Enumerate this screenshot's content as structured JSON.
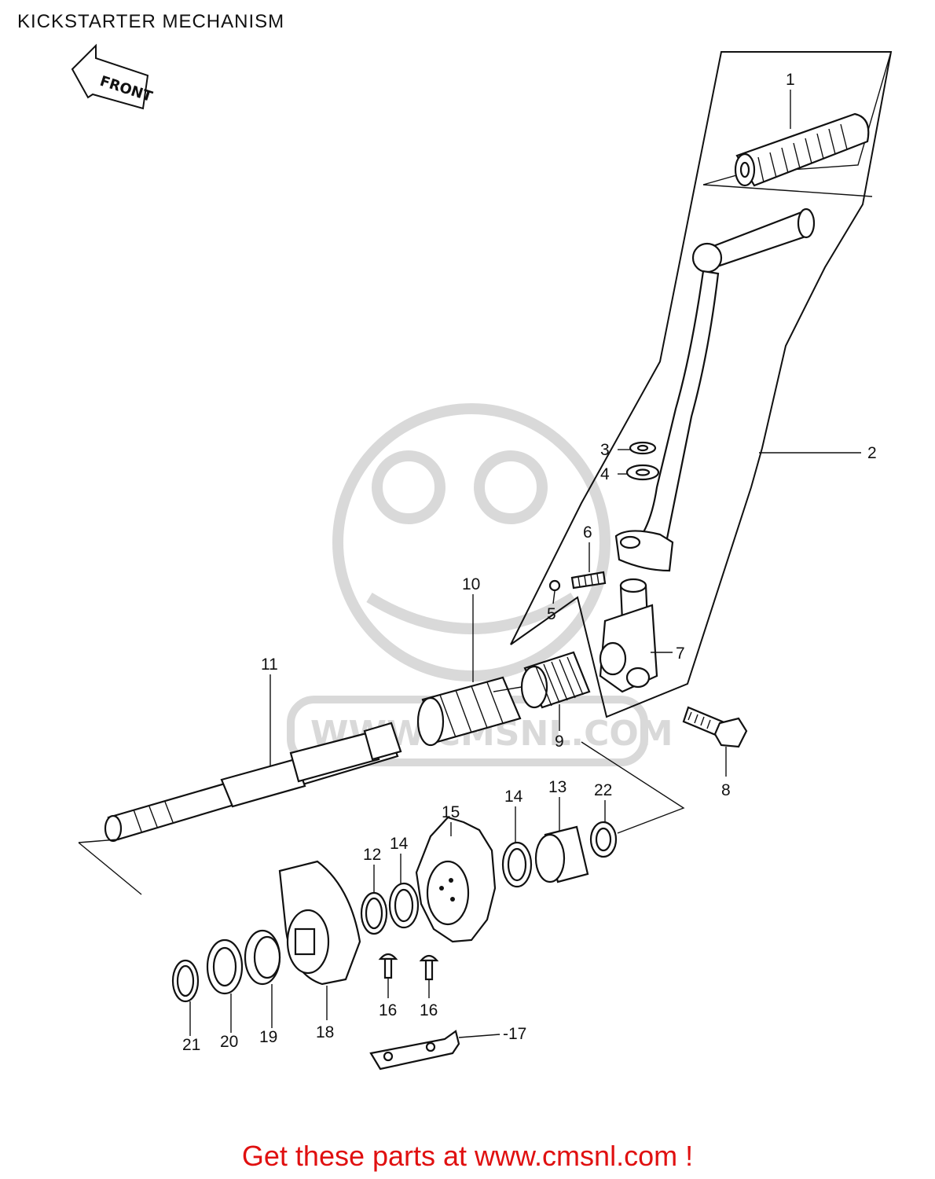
{
  "diagram": {
    "title": "KICKSTARTER MECHANISM",
    "front_label": "FRONT",
    "watermark_text": "WWW.CMSNL.COM",
    "callouts": [
      {
        "id": "1",
        "label": "1"
      },
      {
        "id": "2",
        "label": "2"
      },
      {
        "id": "3",
        "label": "3"
      },
      {
        "id": "4",
        "label": "4"
      },
      {
        "id": "5",
        "label": "5"
      },
      {
        "id": "6",
        "label": "6"
      },
      {
        "id": "7",
        "label": "7"
      },
      {
        "id": "8",
        "label": "8"
      },
      {
        "id": "9",
        "label": "9"
      },
      {
        "id": "10",
        "label": "10"
      },
      {
        "id": "11",
        "label": "11"
      },
      {
        "id": "12",
        "label": "12"
      },
      {
        "id": "13",
        "label": "13"
      },
      {
        "id": "14a",
        "label": "14"
      },
      {
        "id": "14b",
        "label": "14"
      },
      {
        "id": "15",
        "label": "15"
      },
      {
        "id": "16a",
        "label": "16"
      },
      {
        "id": "16b",
        "label": "16"
      },
      {
        "id": "17",
        "label": "-17"
      },
      {
        "id": "18",
        "label": "18"
      },
      {
        "id": "19",
        "label": "19"
      },
      {
        "id": "20",
        "label": "20"
      },
      {
        "id": "21",
        "label": "21"
      },
      {
        "id": "22",
        "label": "22"
      }
    ]
  },
  "footer": {
    "link_text": "Get these parts at www.cmsnl.com !",
    "link_color": "#e01010"
  }
}
